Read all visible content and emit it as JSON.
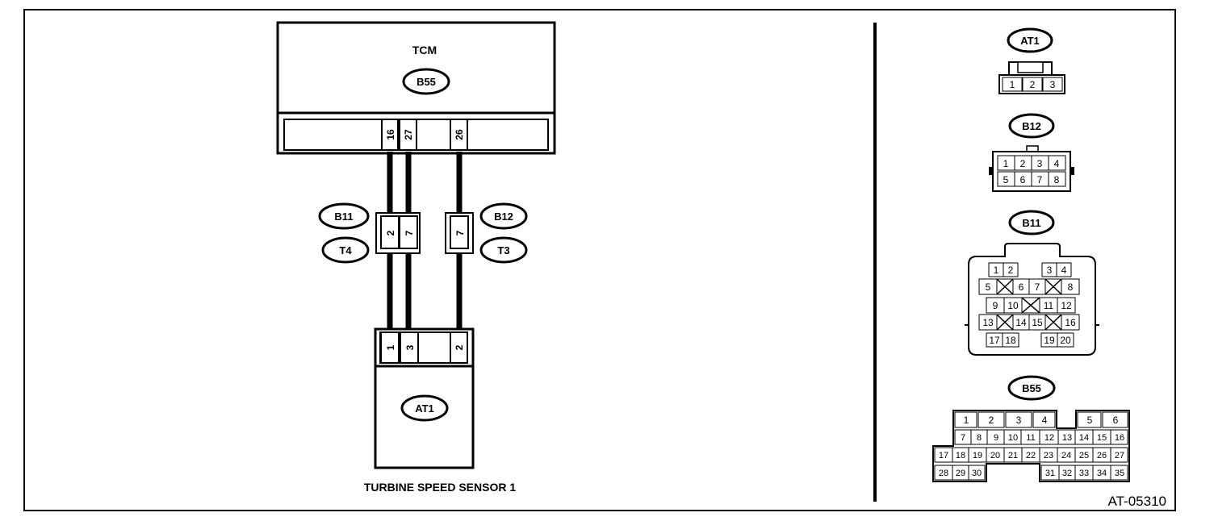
{
  "schematic": {
    "tcm_label": "TCM",
    "tcm_connector": "B55",
    "tcm_pins": [
      "16",
      "27",
      "26"
    ],
    "b11_connector": "B11",
    "t4_connector": "T4",
    "b11_pins": [
      "2",
      "7"
    ],
    "b12_connector": "B12",
    "t3_connector": "T3",
    "b12_pins": [
      "7"
    ],
    "sensor_connector": "AT1",
    "sensor_pins": [
      "1",
      "3",
      "2"
    ],
    "sensor_label": "TURBINE SPEED SENSOR 1"
  },
  "connectors": {
    "at1": {
      "label": "AT1",
      "pins": [
        "1",
        "2",
        "3"
      ]
    },
    "b12": {
      "label": "B12",
      "row1": [
        "1",
        "2",
        "3",
        "4"
      ],
      "row2": [
        "5",
        "6",
        "7",
        "8"
      ]
    },
    "b11": {
      "label": "B11",
      "row1": [
        "1",
        "2",
        "3",
        "4"
      ],
      "row2": [
        "5",
        "6",
        "7",
        "8"
      ],
      "row3": [
        "9",
        "10",
        "11",
        "12"
      ],
      "row4": [
        "13",
        "14",
        "15",
        "16"
      ],
      "row5": [
        "17",
        "18",
        "19",
        "20"
      ]
    },
    "b55": {
      "label": "B55",
      "row1": [
        "1",
        "2",
        "3",
        "4",
        "5",
        "6"
      ],
      "row2": [
        "7",
        "8",
        "9",
        "10",
        "11",
        "12",
        "13",
        "14",
        "15",
        "16"
      ],
      "row3": [
        "17",
        "18",
        "19",
        "20",
        "21",
        "22",
        "23",
        "24",
        "25",
        "26",
        "27"
      ],
      "row4": [
        "28",
        "29",
        "30",
        "31",
        "32",
        "33",
        "34",
        "35"
      ]
    }
  },
  "figure_ref": "AT-05310"
}
